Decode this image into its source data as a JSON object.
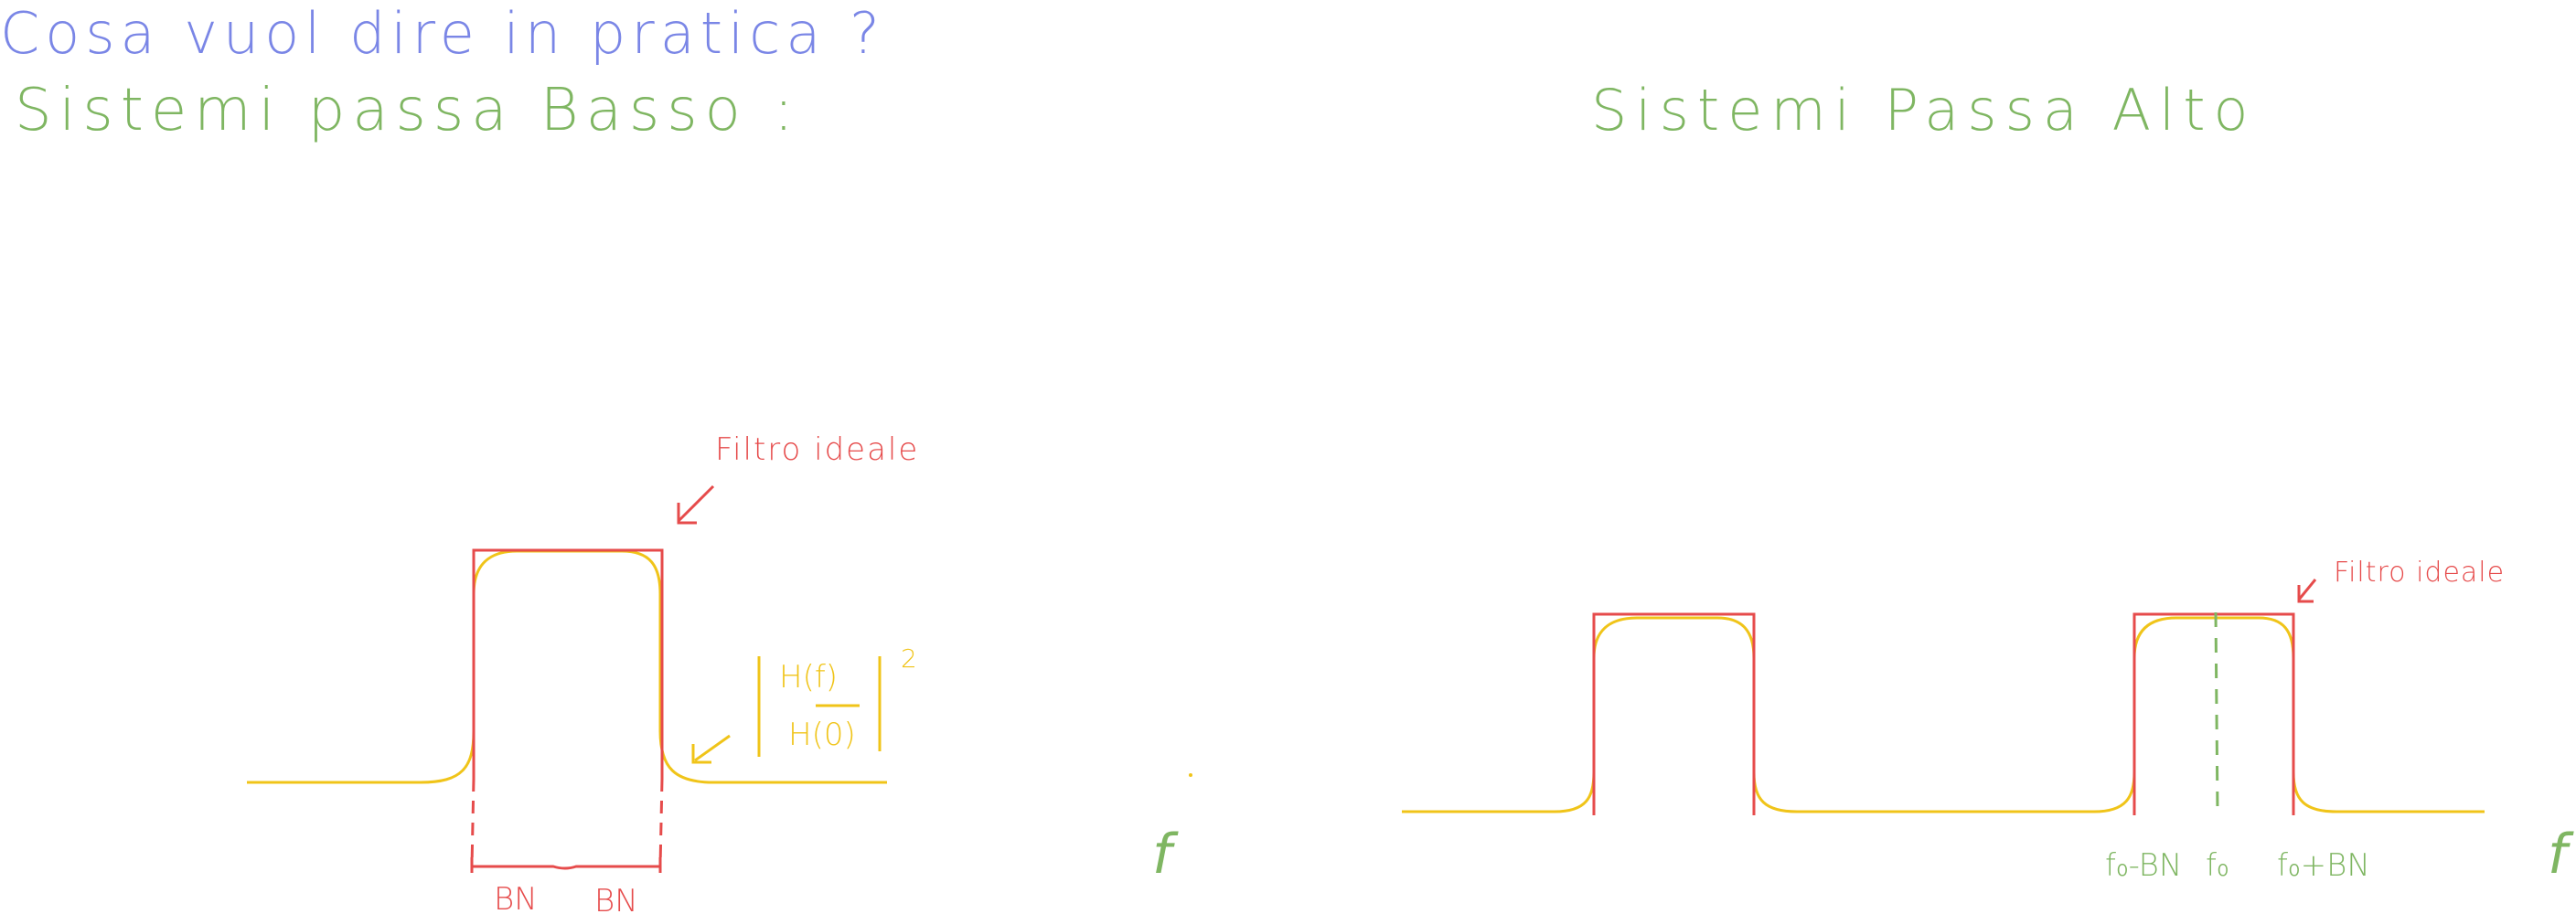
{
  "colors": {
    "question": "#7a86e6",
    "heading": "#7fb662",
    "ideal_filter": "#e64b4b",
    "response_curve": "#f0c419",
    "axis_labels": "#7fb662"
  },
  "notes": {
    "question": "Cosa vuol dire in pratica ?",
    "low_pass_heading": "Sistemi passa Basso :",
    "high_pass_heading": "Sistemi Passa Alto"
  },
  "low_pass": {
    "ideal_filter_label": "Filtro ideale",
    "transfer_numerator": "H(f)",
    "transfer_denominator": "H(0)",
    "transfer_exponent": "2",
    "bandwidth_left": "BN",
    "bandwidth_right": "BN",
    "axis_label": "f"
  },
  "high_pass": {
    "ideal_filter_label": "Filtro ideale",
    "tick_lower": "f₀-BN",
    "tick_center": "f₀",
    "tick_upper": "f₀+BN",
    "axis_label": "f"
  }
}
